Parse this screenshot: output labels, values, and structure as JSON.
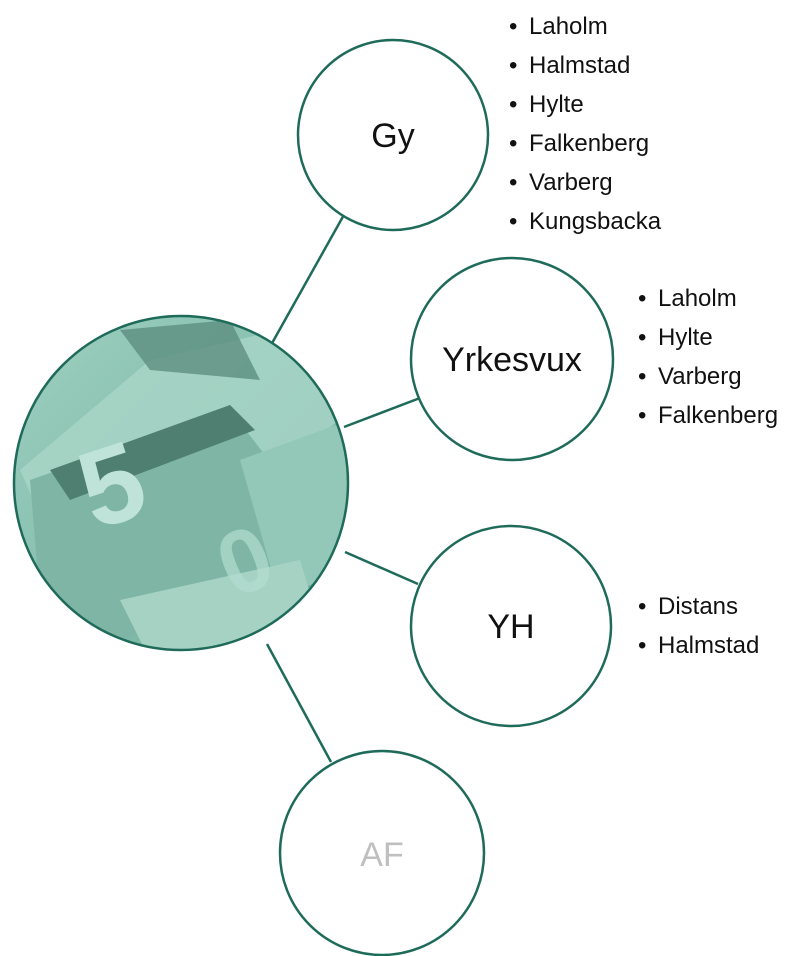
{
  "nodes": [
    {
      "id": "gy",
      "label": "Gy",
      "items": [
        "Laholm",
        "Halmstad",
        "Hylte",
        "Falkenberg",
        "Varberg",
        "Kungsbacka"
      ]
    },
    {
      "id": "yrkesvux",
      "label": "Yrkesvux",
      "items": [
        "Laholm",
        "Hylte",
        "Varberg",
        "Falkenberg"
      ]
    },
    {
      "id": "yh",
      "label": "YH",
      "items": [
        "Distans",
        "Halmstad"
      ]
    },
    {
      "id": "af",
      "label": "AF",
      "items": []
    }
  ],
  "colors": {
    "stroke": "#1f6b5a",
    "hub_fill": "#8cc4b3",
    "hub_block_dark": "#4f7f70",
    "muted_label": "#bfbfbf"
  }
}
